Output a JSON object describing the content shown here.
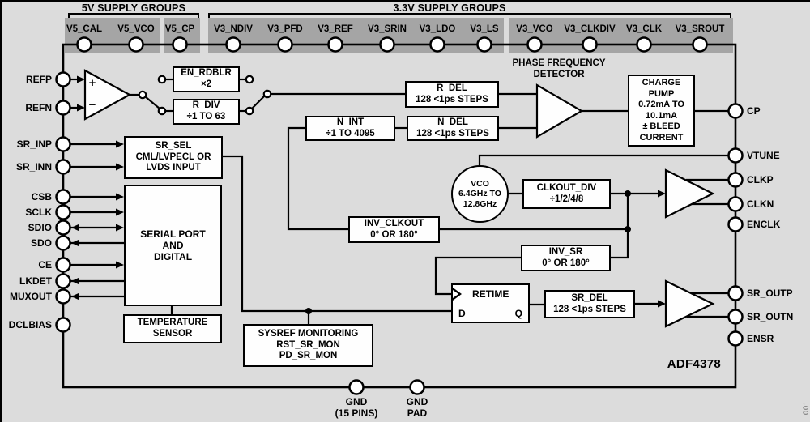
{
  "header": {
    "group_5v": "5V SUPPLY GROUPS",
    "group_3v3": "3.3V SUPPLY GROUPS"
  },
  "pins": {
    "top": [
      "V5_CAL",
      "V5_VCO",
      "V5_CP",
      "V3_NDIV",
      "V3_PFD",
      "V3_REF",
      "V3_SRIN",
      "V3_LDO",
      "V3_LS",
      "V3_VCO",
      "V3_CLKDIV",
      "V3_CLK",
      "V3_SROUT"
    ],
    "left": [
      "REFP",
      "REFN",
      "SR_INP",
      "SR_INN",
      "CSB",
      "SCLK",
      "SDIO",
      "SDO",
      "CE",
      "LKDET",
      "MUXOUT",
      "DCLBIAS"
    ],
    "right": [
      "CP",
      "VTUNE",
      "CLKP",
      "CLKN",
      "ENCLK",
      "SR_OUTP",
      "SR_OUTN",
      "ENSR"
    ],
    "bottom": [
      [
        "GND",
        "(15 PINS)"
      ],
      [
        "GND",
        "PAD"
      ]
    ]
  },
  "comparator": {
    "plus": "+",
    "minus": "−"
  },
  "blocks": {
    "en_rdblr": [
      "EN_RDBLR",
      "×2"
    ],
    "r_div": [
      "R_DIV",
      "÷1 TO 63"
    ],
    "r_del": [
      "R_DEL",
      "128 <1ps STEPS"
    ],
    "n_int": [
      "N_INT",
      "÷1 TO 4095"
    ],
    "n_del": [
      "N_DEL",
      "128 <1ps STEPS"
    ],
    "pfd_label": [
      "PHASE FREQUENCY",
      "DETECTOR"
    ],
    "charge_pump": [
      "CHARGE",
      "PUMP",
      "0.72mA TO",
      "10.1mA",
      "± BLEED",
      "CURRENT"
    ],
    "sr_sel": [
      "SR_SEL",
      "CML/LVPECL OR",
      "LVDS INPUT"
    ],
    "serial_port": [
      "SERIAL PORT",
      "AND",
      "DIGITAL"
    ],
    "temp_sensor": [
      "TEMPERATURE",
      "SENSOR"
    ],
    "vco": [
      "VCO",
      "6.4GHz TO",
      "12.8GHz"
    ],
    "clkout_div": [
      "CLKOUT_DIV",
      "÷1/2/4/8"
    ],
    "inv_clkout": [
      "INV_CLKOUT",
      "0° OR 180°"
    ],
    "inv_sr": [
      "INV_SR",
      "0° OR 180°"
    ],
    "retime": {
      "label": "RETIME",
      "d": "D",
      "q": "Q"
    },
    "sr_del": [
      "SR_DEL",
      "128 <1ps STEPS"
    ],
    "sysref": [
      "SYSREF MONITORING",
      "RST_SR_MON",
      "PD_SR_MON"
    ]
  },
  "part_number": "ADF4378",
  "figure_code": "001"
}
